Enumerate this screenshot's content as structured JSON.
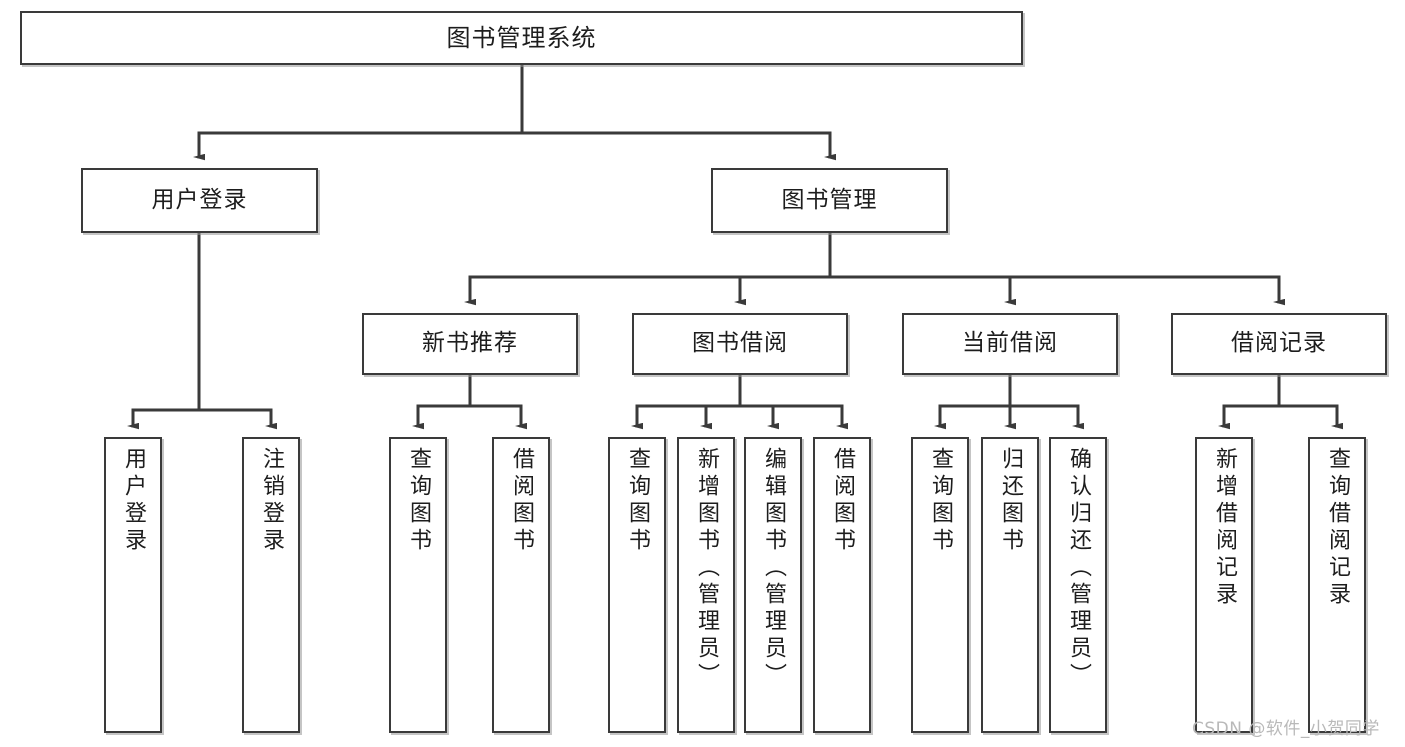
{
  "diagram": {
    "title": "图书管理系统",
    "type": "tree-hierarchy",
    "watermark": "CSDN @软件_小贺同学",
    "colors": {
      "node_border": "#3a3a3a",
      "node_fill": "#ffffff",
      "edge": "#3a3a3a",
      "text": "#1d1d1d",
      "watermark": "#b9b9b9",
      "background": "#ffffff"
    },
    "nodes": {
      "root": {
        "label": "图书管理系统"
      },
      "level1": [
        {
          "id": "user-login",
          "label": "用户登录"
        },
        {
          "id": "book-management",
          "label": "图书管理"
        }
      ],
      "level2": [
        {
          "id": "new-book-recommend",
          "label": "新书推荐"
        },
        {
          "id": "book-borrow",
          "label": "图书借阅"
        },
        {
          "id": "current-borrow",
          "label": "当前借阅"
        },
        {
          "id": "borrow-record",
          "label": "借阅记录"
        }
      ],
      "leaves": {
        "user_login": [
          {
            "id": "leaf-user-login",
            "label": "用户登录"
          },
          {
            "id": "leaf-logout-login",
            "label": "注销登录"
          }
        ],
        "new_book_recommend": [
          {
            "id": "leaf-query-book-1",
            "label": "查询图书"
          },
          {
            "id": "leaf-borrow-book-1",
            "label": "借阅图书"
          }
        ],
        "book_borrow": [
          {
            "id": "leaf-query-book-2",
            "label": "查询图书"
          },
          {
            "id": "leaf-add-book",
            "label": "新增图书（管理员）"
          },
          {
            "id": "leaf-edit-book",
            "label": "编辑图书（管理员）"
          },
          {
            "id": "leaf-borrow-book-2",
            "label": "借阅图书"
          }
        ],
        "current_borrow": [
          {
            "id": "leaf-query-book-3",
            "label": "查询图书"
          },
          {
            "id": "leaf-return-book",
            "label": "归还图书"
          },
          {
            "id": "leaf-confirm-return",
            "label": "确认归还（管理员）"
          }
        ],
        "borrow_record": [
          {
            "id": "leaf-add-record",
            "label": "新增借阅记录"
          },
          {
            "id": "leaf-query-record",
            "label": "查询借阅记录"
          }
        ]
      }
    }
  }
}
